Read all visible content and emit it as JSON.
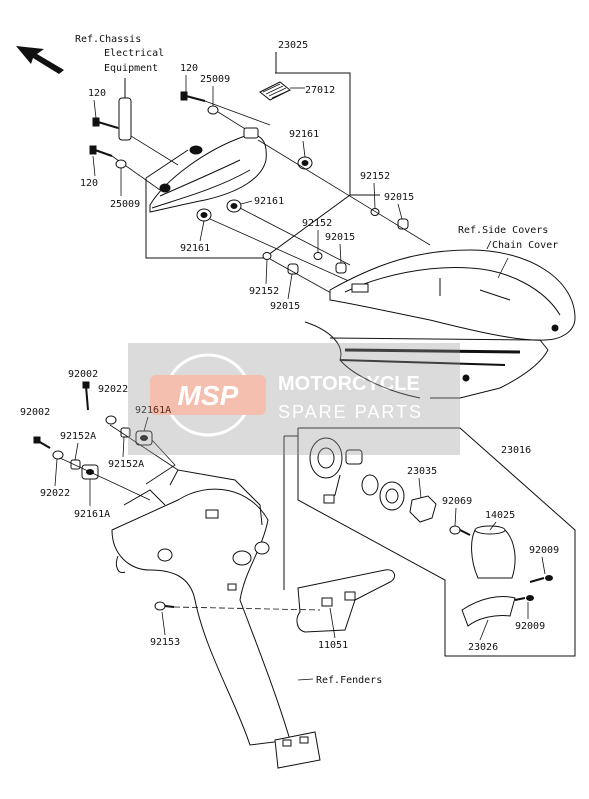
{
  "references": {
    "chassis_line1": "Ref.Chassis",
    "chassis_line2": "Electrical",
    "chassis_line3": "Equipment",
    "side_covers_line1": "Ref.Side Covers",
    "side_covers_line2": "/Chain Cover",
    "fenders": "Ref.Fenders"
  },
  "part_labels": {
    "p23025": "23025",
    "p120a": "120",
    "p25009a": "25009",
    "p120b": "120",
    "p27012": "27012",
    "p92161a": "92161",
    "p120c": "120",
    "p25009b": "25009",
    "p92152a": "92152",
    "p92015a": "92015",
    "p92161b": "92161",
    "p92152b": "92152",
    "p92015b": "92015",
    "p92161c": "92161",
    "p92152c": "92152",
    "p92015c": "92015",
    "p92002a": "92002",
    "p92022a": "92022",
    "p92161A_a": "92161A",
    "p92002b": "92002",
    "p92152A_a": "92152A",
    "p92152A_b": "92152A",
    "p92022b": "92022",
    "p92161A_b": "92161A",
    "p23016": "23016",
    "p23035": "23035",
    "p92069": "92069",
    "p14025": "14025",
    "p92009a": "92009",
    "p92009b": "92009",
    "p23026": "23026",
    "p92153": "92153",
    "p11051": "11051"
  },
  "watermark": {
    "logo": "MSP",
    "line1": "MOTORCYCLE",
    "line2": "SPARE PARTS"
  }
}
